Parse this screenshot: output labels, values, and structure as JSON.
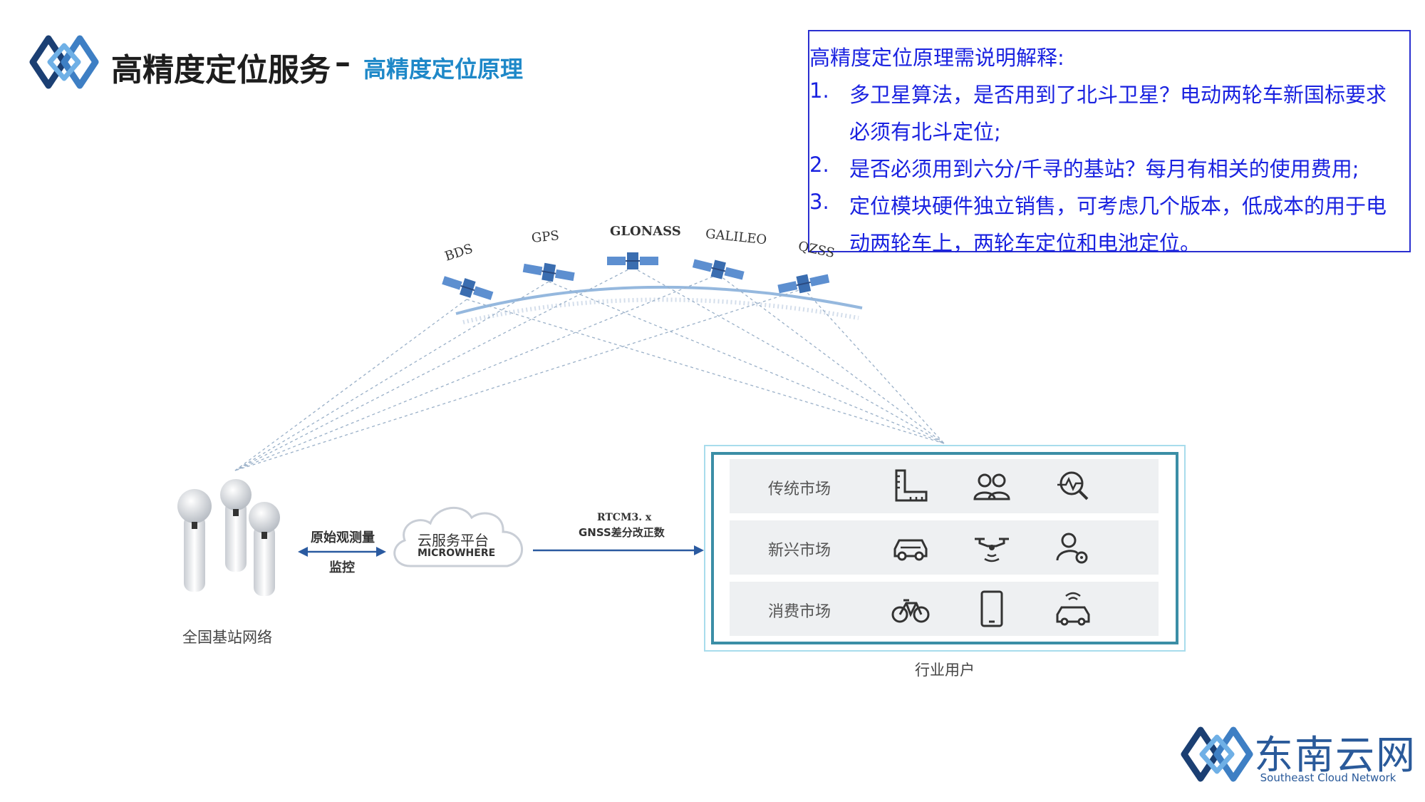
{
  "header": {
    "title": "高精度定位服务",
    "dash": "–",
    "subtitle": "高精度定位原理"
  },
  "notes": {
    "heading": "高精度定位原理需说明解释:",
    "items": [
      {
        "num": "1.",
        "lines": [
          "多卫星算法，是否用到了北斗卫星？电动两轮车新国标要求",
          "必须有北斗定位;"
        ]
      },
      {
        "num": "2.",
        "lines": [
          "是否必须用到六分/千寻的基站？每月有相关的使用费用;"
        ]
      },
      {
        "num": "3.",
        "lines": [
          "定位模块硬件独立销售，可考虑几个版本，低成本的用于电",
          "动两轮车上，两轮车定位和电池定位。"
        ]
      }
    ]
  },
  "diagram": {
    "satellites": [
      "BDS",
      "GPS",
      "GLONASS",
      "GALILEO",
      "QZSS"
    ],
    "link_left_top": "原始观测量",
    "link_left_bottom": "监控",
    "cloud_title": "云服务平台",
    "cloud_sub": "MICROWHERE",
    "link_right_top": "RTCM3. x",
    "link_right_bottom": "GNSS差分改正数",
    "stations_caption": "全国基站网络",
    "users_caption": "行业用户",
    "markets": [
      {
        "label": "传统市场",
        "icons": [
          "ruler-icon",
          "users-icon",
          "analytics-search-icon"
        ]
      },
      {
        "label": "新兴市场",
        "icons": [
          "car-icon",
          "drone-icon",
          "user-settings-icon"
        ]
      },
      {
        "label": "消费市场",
        "icons": [
          "bicycle-icon",
          "phone-icon",
          "connected-car-icon"
        ]
      }
    ]
  },
  "logo": {
    "name": "东南云网",
    "tagline": "Southeast Cloud Network"
  },
  "colors": {
    "brand_blue": "#2a5a9a",
    "accent_blue": "#1e88c8",
    "note_text": "#1a22e0",
    "note_border": "#2a2fd0",
    "panel_border": "#3b8ea6"
  }
}
